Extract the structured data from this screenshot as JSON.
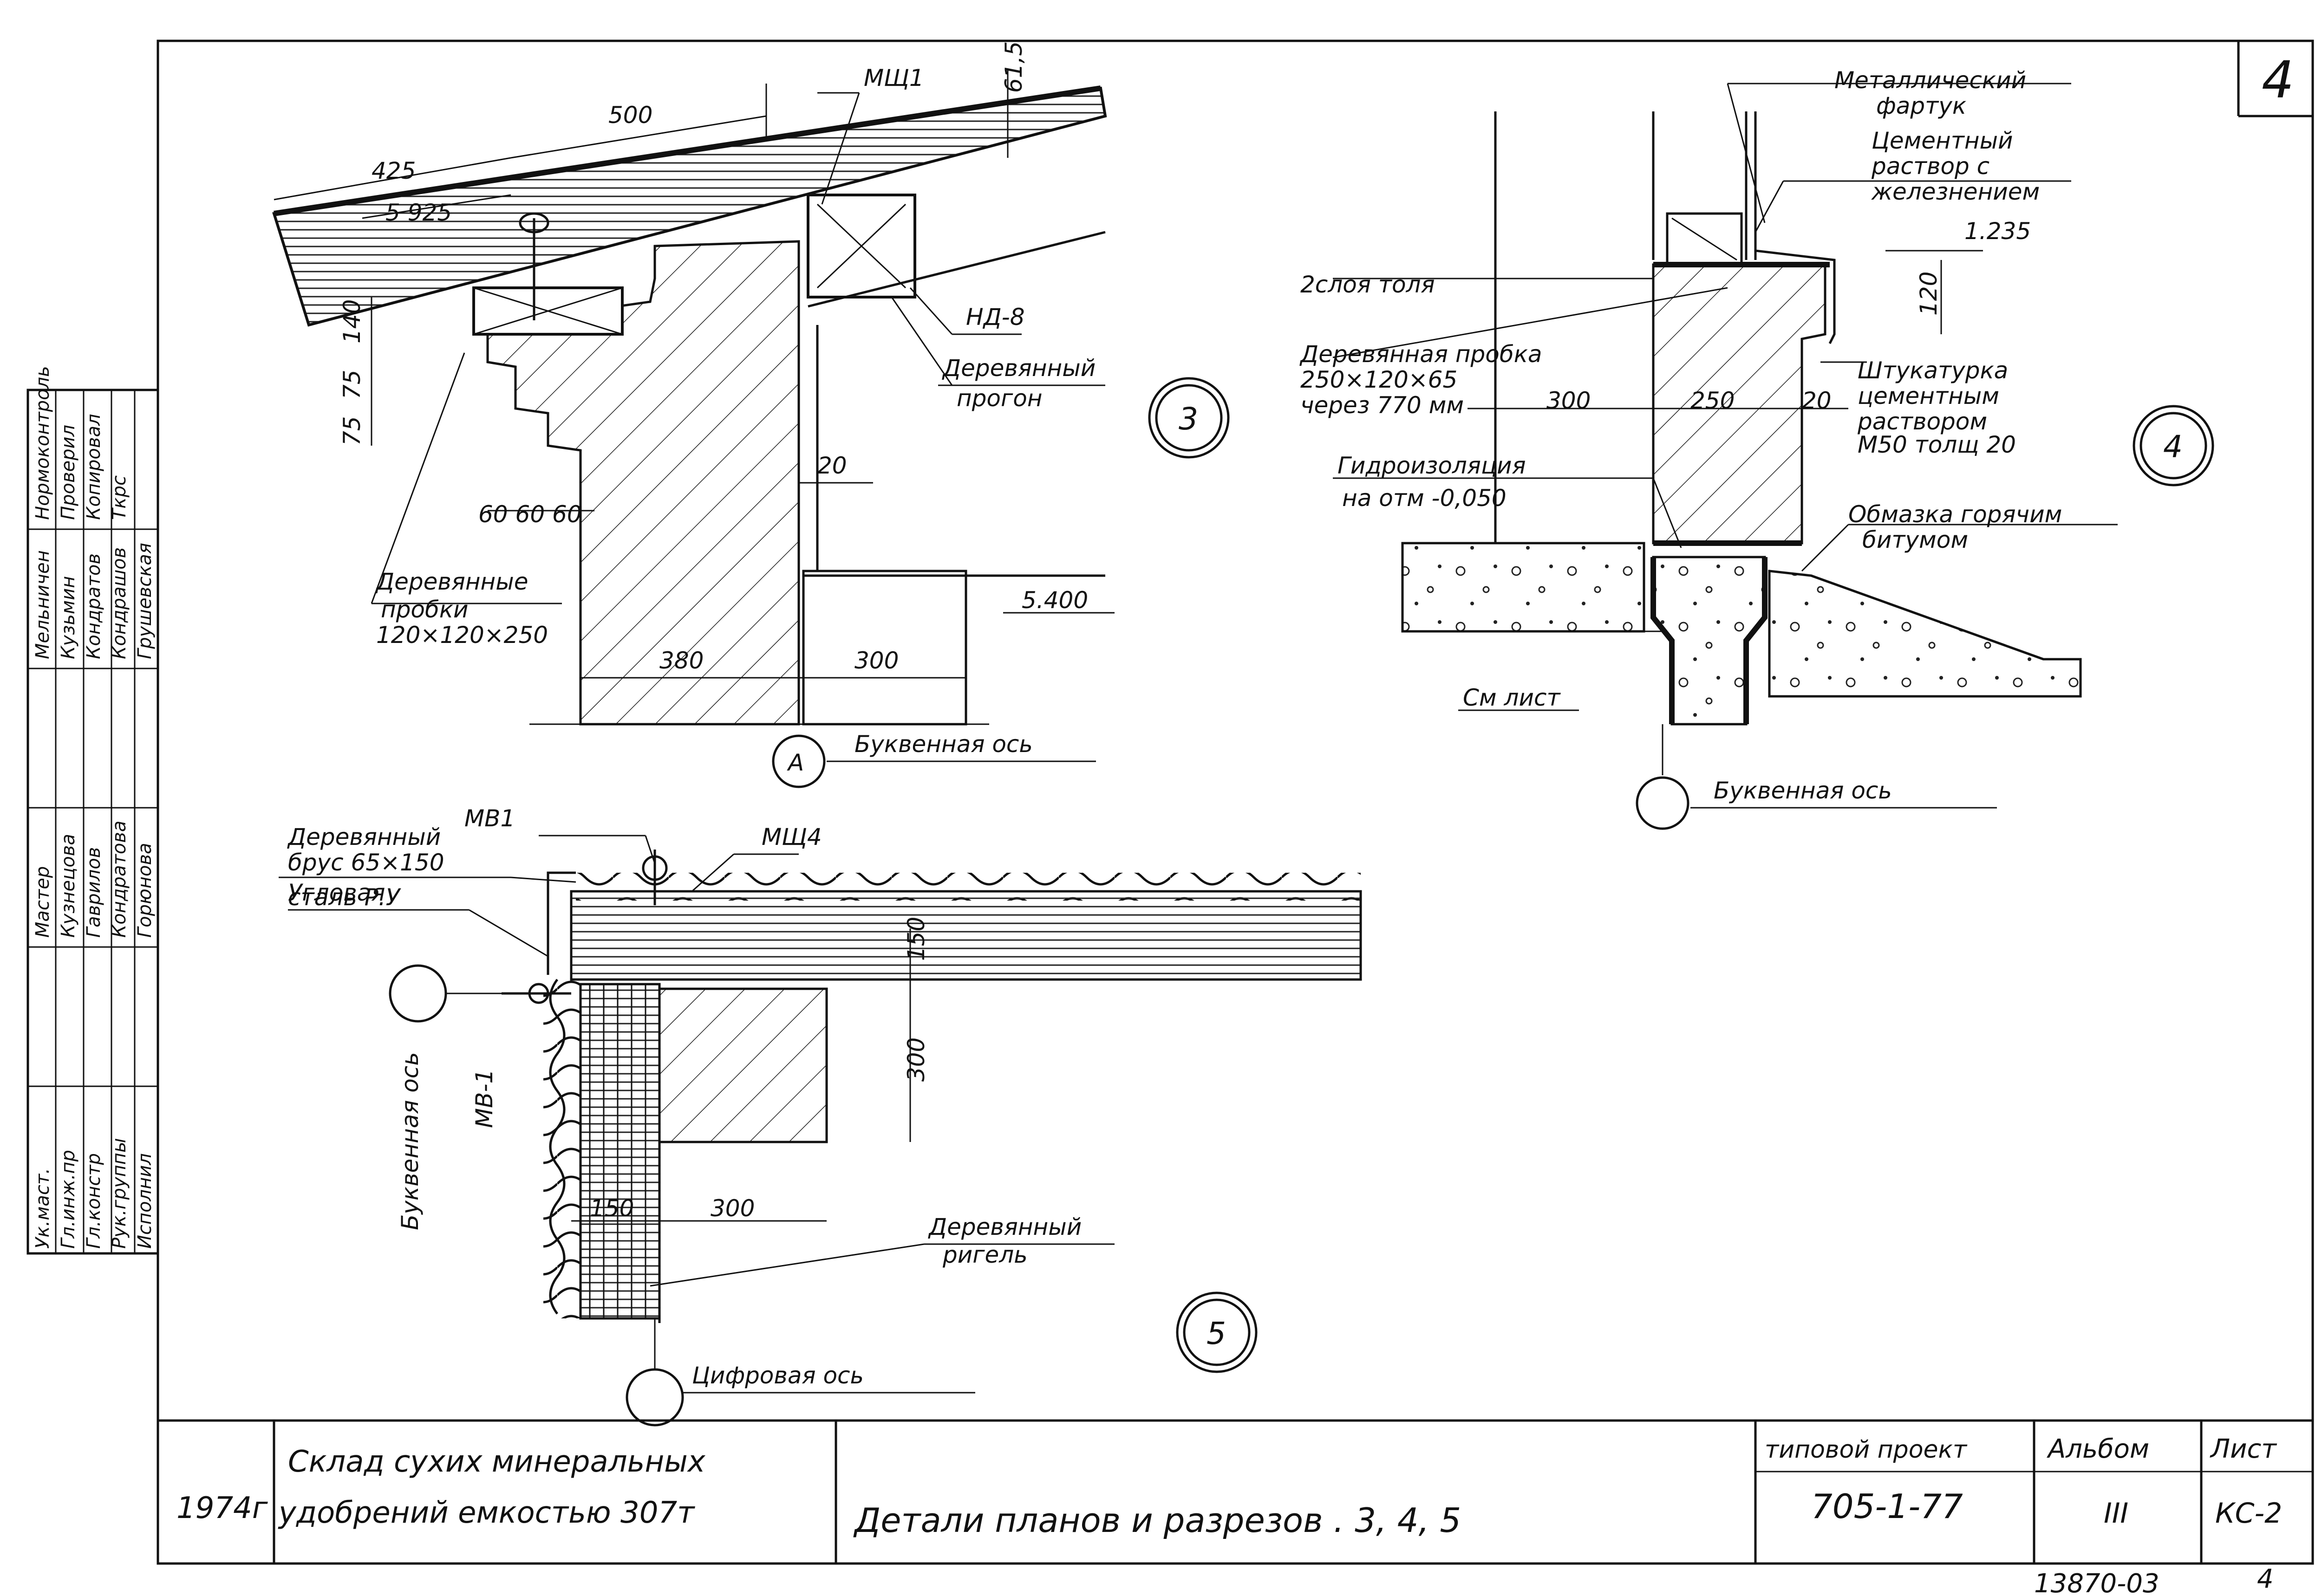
{
  "sheet": {
    "sheet_corner_number": "4",
    "bottom_code": "13870-03",
    "bottom_page": "4"
  },
  "detail3": {
    "number": "3",
    "dims": {
      "d500": "500",
      "d425": "425",
      "d5925": "5 925",
      "d615": "61,5",
      "d140": "140",
      "d75a": "75",
      "d75b": "75",
      "d606060": "60 60 60",
      "d20": "20",
      "d380": "380",
      "d300": "300",
      "level5400": "5.400"
    },
    "labels": {
      "mshch1": "МЩ1",
      "nd8": "НД-8",
      "wood_purlin_1": "Деревянный",
      "wood_purlin_2": "прогон",
      "plugs_1": "Деревянные",
      "plugs_2": "пробки",
      "plugs_3": "120×120×250",
      "axis_letter": "А",
      "axis_text": "Буквенная ось"
    }
  },
  "detail4": {
    "number": "4",
    "labels": {
      "apron_1": "Металлический",
      "apron_2": "фартук",
      "mortar_1": "Цементный",
      "mortar_2": "раствор с",
      "mortar_3": "железнением",
      "level1235": "1.235",
      "d120": "120",
      "tol": "2слоя толя",
      "plug_1": "Деревянная пробка",
      "plug_2": "250×120×65",
      "plug_3": "через 770 мм",
      "d300": "300",
      "d250": "250",
      "d20": "20",
      "plaster_1": "Штукатурка",
      "plaster_2": "цементным",
      "plaster_3": "раствором",
      "plaster_4": "М50 толщ 20",
      "hydro_1": "Гидроизоляция",
      "hydro_2": "на отм  -0,050",
      "bitumen_1": "Обмазка горячим",
      "bitumen_2": "битумом",
      "see_sheet": "См лист",
      "axis_text": "Буквенная ось"
    }
  },
  "detail5": {
    "number": "5",
    "labels": {
      "mb1_top": "МВ1",
      "beam_1": "Деревянный",
      "beam_2": "брус 65×150",
      "mshch4": "МЩ4",
      "angle_1": "Угловая",
      "angle_2": "сталь Р.У",
      "mb1_side": "МВ-1",
      "axis_letter_text": "Буквенная ось",
      "d150v": "150",
      "d300v": "300",
      "d150h": "150",
      "d300h": "300",
      "girder_1": "Деревянный",
      "girder_2": "ригель",
      "axis_digit_text": "Цифровая ось"
    }
  },
  "stamp": {
    "roles": [
      "Ук.маст.",
      "Гл.инж.пр",
      "Гл.констр",
      "Рук.группы",
      "Исполнил"
    ],
    "signatures": [
      "Мастер",
      "Кузнецова",
      "Гаврилов",
      "Кондратова",
      "Горюнова"
    ],
    "col_c": [
      "Мельничен",
      "Кузьмин",
      "Кондратов",
      "Кондрашов",
      "Грушевская"
    ],
    "col_d": [
      "Нормоконтроль",
      "Проверил",
      "Копировал",
      "Ткрс"
    ]
  },
  "titleblock": {
    "year": "1974г",
    "object_1": "Склад  сухих  минеральных",
    "object_2": "удобрений  емкостью  307т",
    "sheet_title": "Детали   планов   и   разрезов . 3, 4, 5",
    "proj_label": "типовой проект",
    "proj_code": "705-1-77",
    "album_label": "Альбом",
    "album_value": "III",
    "sheet_label": "Лист",
    "sheet_value": "КС-2"
  }
}
